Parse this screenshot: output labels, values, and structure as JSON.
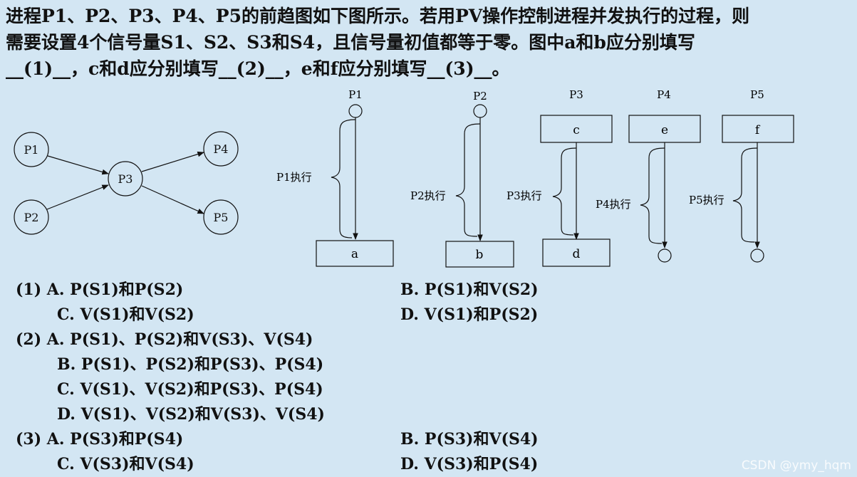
{
  "question": {
    "line1": "进程P1、P2、P3、P4、P5的前趋图如下图所示。若用PV操作控制进程并发执行的过程，则",
    "line2": "需要设置4个信号量S1、S2、S3和S4，且信号量初值都等于零。图中a和b应分别填写",
    "line3": "__(1)__，c和d应分别填写__(2)__，e和f应分别填写__(3)__。"
  },
  "precedence_graph": {
    "nodes": [
      "P1",
      "P2",
      "P3",
      "P4",
      "P5"
    ]
  },
  "process_flows": {
    "p1": {
      "title": "P1",
      "exec_label": "P1执行",
      "bottom": "a"
    },
    "p2": {
      "title": "P2",
      "exec_label": "P2执行",
      "bottom": "b"
    },
    "p3": {
      "title": "P3",
      "top": "c",
      "exec_label": "P3执行",
      "bottom": "d"
    },
    "p4": {
      "title": "P4",
      "top": "e",
      "exec_label": "P4执行"
    },
    "p5": {
      "title": "P5",
      "top": "f",
      "exec_label": "P5执行"
    }
  },
  "options": {
    "q1": {
      "A": "(1) A. P(S1)和P(S2)",
      "B": "B. P(S1)和V(S2)",
      "C": "C. V(S1)和V(S2)",
      "D": "D. V(S1)和P(S2)"
    },
    "q2": {
      "A": "(2) A. P(S1)、P(S2)和V(S3)、V(S4)",
      "B": "B. P(S1)、P(S2)和P(S3)、P(S4)",
      "C": "C. V(S1)、V(S2)和P(S3)、P(S4)",
      "D": "D. V(S1)、V(S2)和V(S3)、V(S4)"
    },
    "q3": {
      "A": "(3) A. P(S3)和P(S4)",
      "B": "B. P(S3)和V(S4)",
      "C": "C. V(S3)和V(S4)",
      "D": "D. V(S3)和P(S4)"
    }
  },
  "watermark": "CSDN @ymy_hqm"
}
